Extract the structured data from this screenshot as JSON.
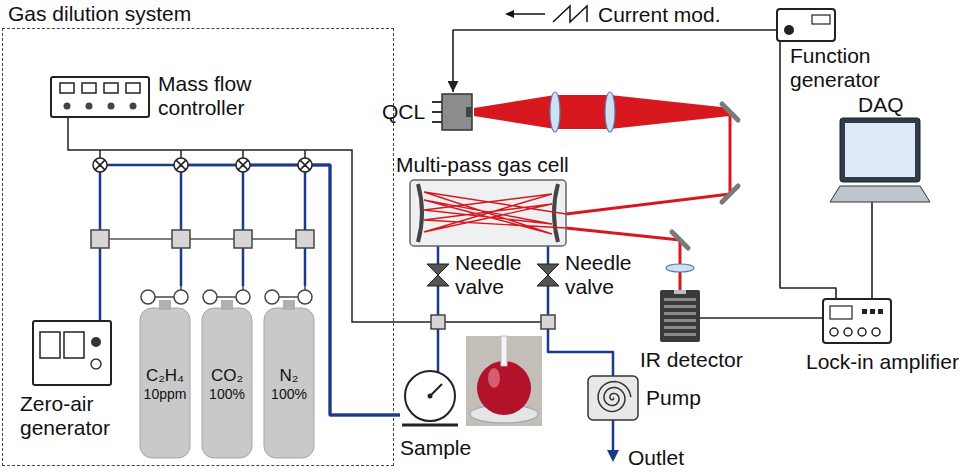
{
  "diagram": {
    "nodes": [
      {
        "text": [
          "Gas dilution system"
        ]
      },
      {
        "text": [
          "Mass flow controller"
        ],
        "in": 0
      },
      {
        "text": [
          "Zero-air generator"
        ],
        "in": 0
      },
      {
        "text": [
          "C₂H₄",
          "10ppm"
        ],
        "in": 0
      },
      {
        "text": [
          "CO₂",
          "100%"
        ],
        "in": 0
      },
      {
        "text": [
          "N₂",
          "100%"
        ],
        "in": 0
      },
      {
        "text": [
          "Function generator"
        ]
      },
      {
        "text": [
          "QCL"
        ]
      },
      {
        "text": [
          "DAQ"
        ]
      },
      {
        "text": [
          "Multi-pass gas cell"
        ]
      },
      {
        "text": [
          "Needle valve"
        ]
      },
      {
        "text": [
          "Needle valve"
        ]
      },
      {
        "text": [
          "IR detector"
        ]
      },
      {
        "text": [
          "Lock-in amplifier"
        ]
      },
      {
        "text": [
          "Sample"
        ]
      },
      {
        "text": [
          "Pump"
        ]
      }
    ],
    "edges": [
      {
        "from": 2,
        "to": 14,
        "arrow": "none"
      },
      {
        "from": 3,
        "to": 14,
        "arrow": "none"
      },
      {
        "from": 4,
        "to": 14,
        "arrow": "none"
      },
      {
        "from": 5,
        "to": 14,
        "arrow": "none"
      },
      {
        "from": 14,
        "to": 10,
        "arrow": "none"
      },
      {
        "from": 10,
        "to": 9,
        "arrow": "none"
      },
      {
        "from": 9,
        "to": 11,
        "arrow": "none"
      },
      {
        "from": 11,
        "to": 15,
        "arrow": "none"
      },
      {
        "from": 6,
        "to": 7,
        "label": "Current mod.",
        "arrow": "to"
      },
      {
        "from": 7,
        "to": 9,
        "arrow": "none"
      },
      {
        "from": 9,
        "to": 12,
        "arrow": "none"
      },
      {
        "from": 12,
        "to": 13,
        "arrow": "none"
      },
      {
        "from": 6,
        "to": 13,
        "arrow": "none"
      },
      {
        "from": 13,
        "to": 8,
        "arrow": "none"
      }
    ],
    "labels": [
      "Outlet"
    ]
  }
}
